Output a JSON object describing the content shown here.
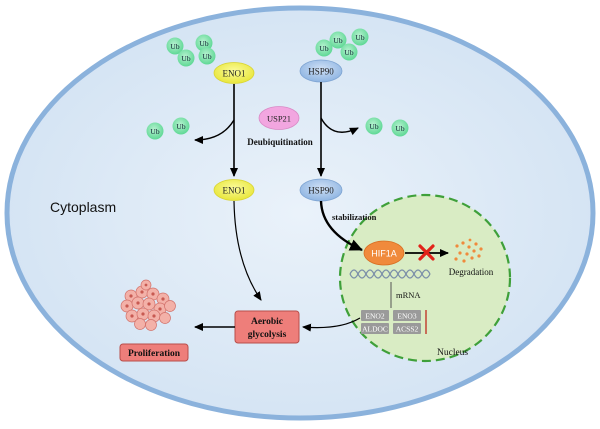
{
  "labels": {
    "cytoplasm": "Cytoplasm",
    "nucleus": "Nucleus",
    "usp21": "USP21",
    "deubiquitination": "Deubiquitination",
    "stabilization": "stabilization",
    "degradation": "Degradation",
    "mrna": "mRNA",
    "aerobic_line1": "Aerobic",
    "aerobic_line2": "glycolysis",
    "proliferation": "Proliferation"
  },
  "proteins": {
    "eno1_top": "ENO1",
    "hsp90_top": "HSP90",
    "eno1_mid": "ENO1",
    "hsp90_mid": "HSP90",
    "hif1a": "HIF1A"
  },
  "ubiquitin": {
    "label": "Ub"
  },
  "genes": {
    "eno2": "ENO2",
    "eno3": "ENO3",
    "aldoc": "ALDOC",
    "acss2": "ACSS2"
  },
  "colors": {
    "cell_fill": "#dde9f5",
    "cell_stroke": "#8bb2dc",
    "nucleus_fill": "#d9ecc4",
    "nucleus_stroke": "#3fa03a",
    "eno_fill": "#f3f25c",
    "hsp_fill": "#a7c6ea",
    "usp21_fill": "#f2a6e0",
    "ub_fill": "#7fe3ad",
    "hif1a_fill": "#f08a3c",
    "glyco_fill": "#ee7e7a",
    "gene_fill": "#9a9a9a",
    "cross": "#e2231a",
    "debris": "#f08a3c"
  }
}
